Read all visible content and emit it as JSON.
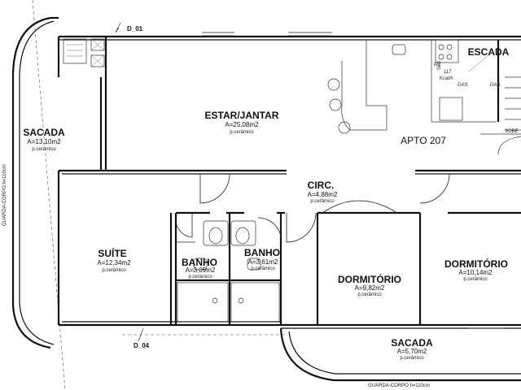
{
  "rooms": {
    "estar": {
      "name": "ESTAR/JANTAR",
      "area": "A=25,08m2",
      "floor": "p.cerâmico"
    },
    "sacada_left": {
      "name": "SACADA",
      "area": "A=13,10m2",
      "floor": "p.cerâmico"
    },
    "suite": {
      "name": "SUÍTE",
      "area": "A=12,34m2",
      "floor": "p.cerâmico"
    },
    "banho1": {
      "name": "BANHO",
      "area": "A=3,09m2",
      "floor": "p.cerâmico"
    },
    "banho2": {
      "name": "BANHO",
      "area": "A=3,61m2",
      "floor": "p.cerâmico"
    },
    "circ": {
      "name": "CIRC.",
      "area": "A=4,88m2",
      "floor": "p.cerâmico"
    },
    "dorm1": {
      "name": "DORMITÓRIO",
      "area": "A=9,82m2",
      "floor": "p.cerâmico"
    },
    "dorm2": {
      "name": "DORMITÓRIO",
      "area": "A=10,14m2",
      "floor": "p.cerâmico"
    },
    "sacada_bottom": {
      "name": "SACADA",
      "area": "A=5,70m2",
      "floor": "p.cerâmico"
    },
    "escada": {
      "name": "ESCADA"
    }
  },
  "apartment_label": "APTO 207",
  "guardrail_left": "GUARDA-CORPO  h=110cm",
  "guardrail_bottom": "GUARDA-CORPO  h=110cm",
  "detail_tags": {
    "top": "D_01",
    "bottom": "D_04"
  },
  "stair_label": "SOBE",
  "kitchen": {
    "heater_code": "117",
    "heater_capacity": "Kcal/h",
    "gas_1": "GAS",
    "gas_2": "GAS",
    "ref_1": "F.3",
    "ref_2": "S70"
  }
}
